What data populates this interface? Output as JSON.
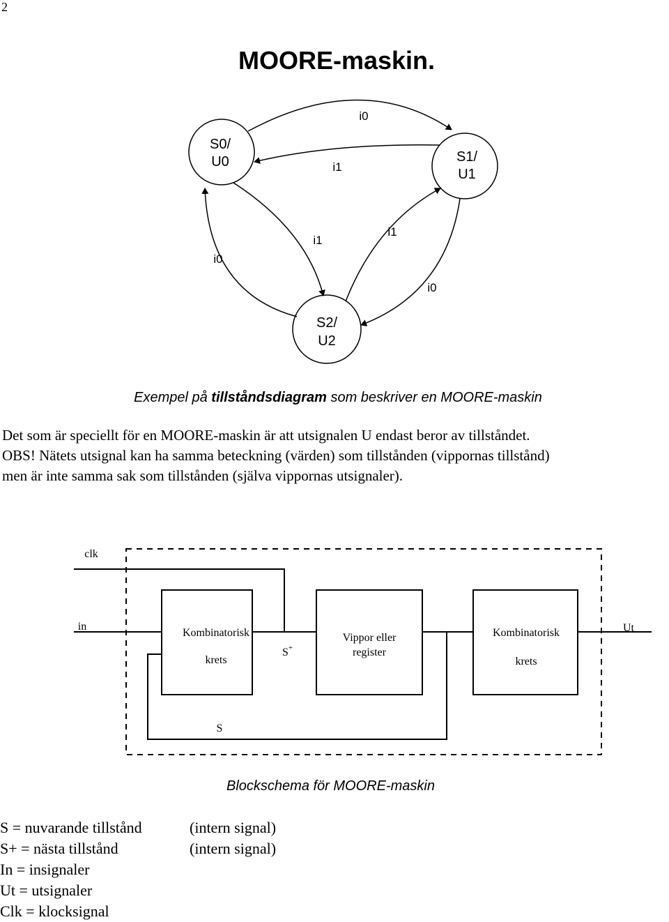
{
  "page_number": "2",
  "title": "MOORE-maskin.",
  "state_diagram": {
    "states": [
      {
        "line1": "S0/",
        "line2": "U0"
      },
      {
        "line1": "S1/",
        "line2": "U1"
      },
      {
        "line1": "S2/",
        "line2": "U2"
      }
    ],
    "transition_labels": {
      "s0_to_s1": "i0",
      "s1_to_s0": "i1",
      "s0_self": "i0",
      "s0_to_s2": "i1",
      "s2_to_s1": "i1",
      "s1_to_s2": "i0"
    }
  },
  "caption1": {
    "before": "Exempel på ",
    "bold": "tillståndsdiagram",
    "after": " som beskriver en MOORE-maskin"
  },
  "paragraph": {
    "line1": "Det som är speciellt för en MOORE-maskin är att utsignalen U endast beror av tillståndet.",
    "line2": "OBS! Nätets utsignal kan ha samma beteckning (värden) som tillstånden (vippornas tillstånd)",
    "line3": "men är inte samma sak som tillstånden (själva vippornas utsignaler)."
  },
  "block_diagram": {
    "clk": "clk",
    "in": "in",
    "comb1_line1": "Kombinatorisk",
    "comb1_line2": "krets",
    "s_plus": "S",
    "s_plus_sup": "+",
    "register_line1": "Vippor eller",
    "register_line2": "register",
    "comb2_line1": "Kombinatorisk",
    "comb2_line2": "krets",
    "ut": "Ut",
    "s": "S"
  },
  "caption2": "Blockschema för MOORE-maskin",
  "definitions": [
    {
      "term": "S = nuvarande tillstånd",
      "note": "(intern signal)"
    },
    {
      "term": "S+ = nästa tillstånd",
      "note": "(intern signal)"
    },
    {
      "term": "In = insignaler",
      "note": ""
    },
    {
      "term": "Ut = utsignaler",
      "note": ""
    },
    {
      "term": "Clk = klocksignal",
      "note": ""
    }
  ]
}
